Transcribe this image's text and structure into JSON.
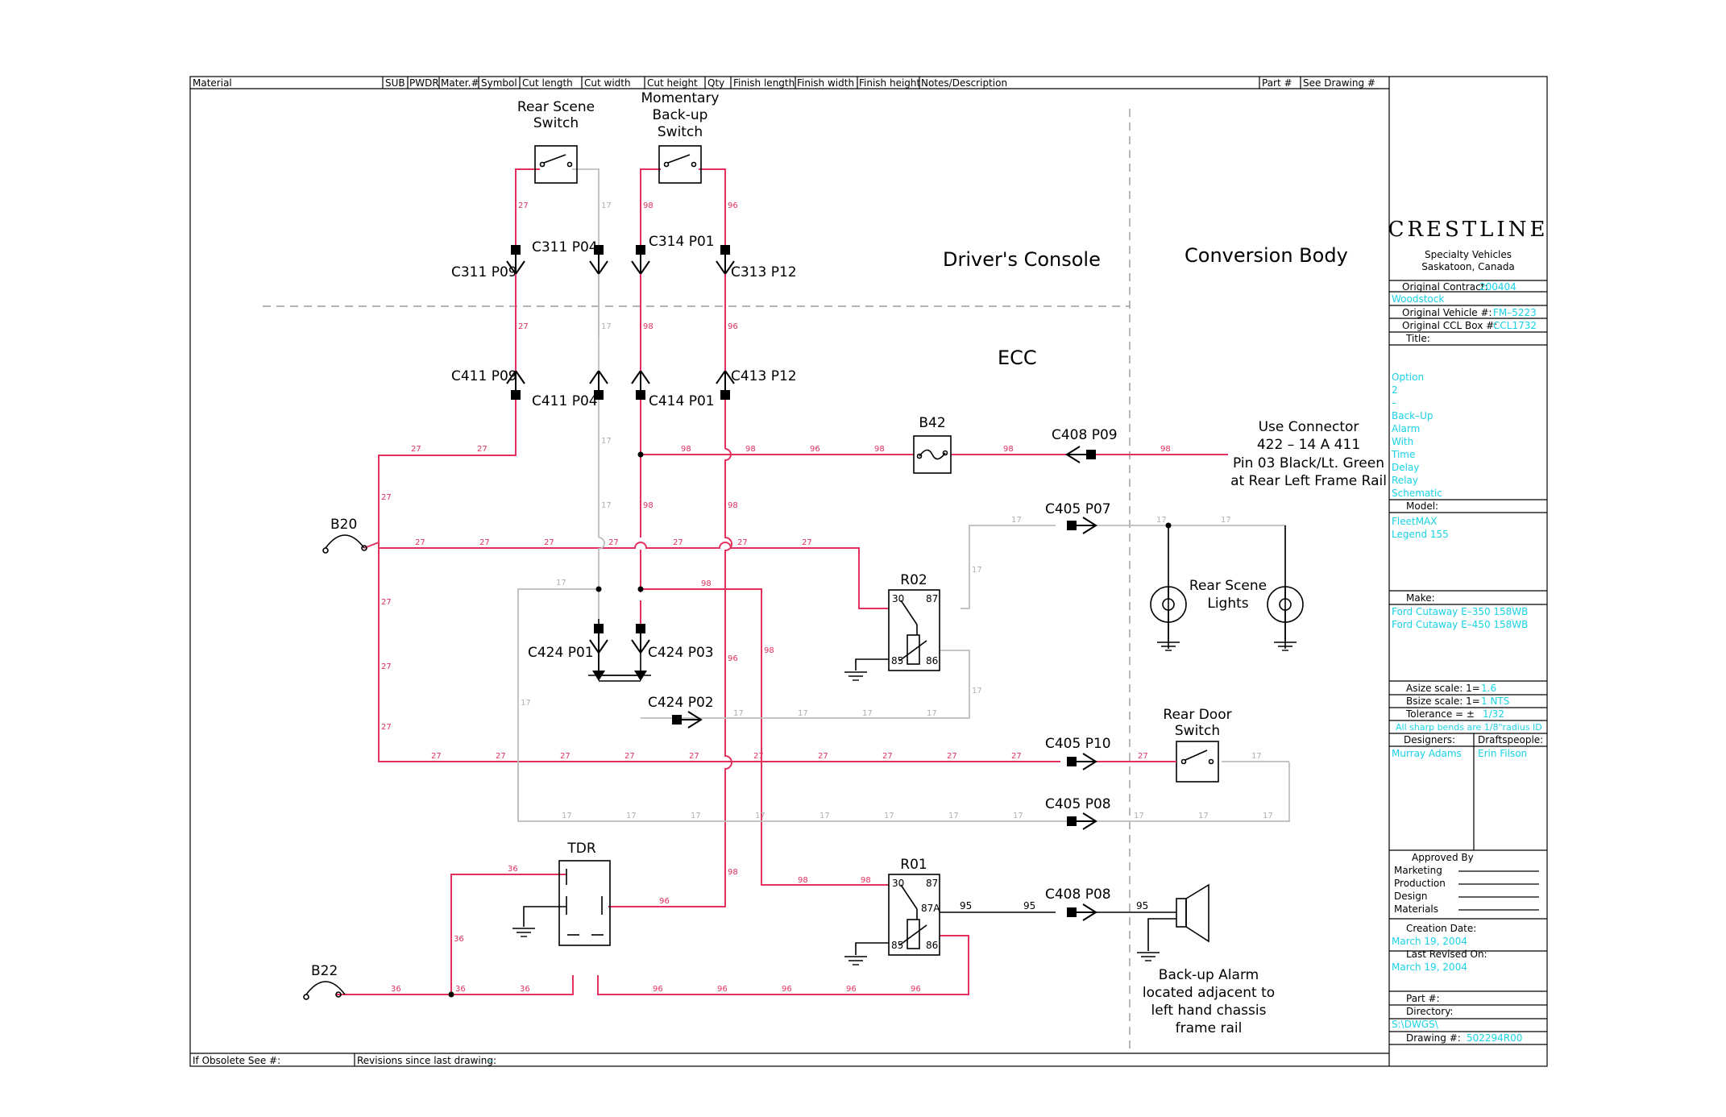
{
  "header_columns": [
    "Material",
    "SUB",
    "PWDR",
    "Mater.#",
    "Symbol",
    "Cut length",
    "Cut width",
    "Cut height",
    "Qty",
    "Finish length",
    "Finish width",
    "Finish height",
    "Notes/Description",
    "Part #",
    "See Drawing #"
  ],
  "footer": {
    "obsolete_label": "If Obsolete See #:",
    "revisions_label": "Revisions since last drawing:",
    "revisions_value": "–"
  },
  "zones": {
    "drivers_console": "Driver's Console",
    "conversion_body": "Conversion Body",
    "ecc": "ECC"
  },
  "switches": {
    "rear_scene": [
      "Rear Scene",
      "Switch"
    ],
    "momentary_backup": [
      "Momentary",
      "Back-up",
      "Switch"
    ],
    "rear_door": [
      "Rear Door",
      "Switch"
    ]
  },
  "connectors": {
    "c311_p09": "C311 P09",
    "c311_p04": "C311 P04",
    "c314_p01": "C314 P01",
    "c313_p12": "C313 P12",
    "c411_p09": "C411 P09",
    "c411_p04": "C411 P04",
    "c414_p01": "C414 P01",
    "c413_p12": "C413 P12",
    "c424_p01": "C424 P01",
    "c424_p03": "C424 P03",
    "c424_p02": "C424 P02",
    "c408_p09": "C408 P09",
    "c405_p07": "C405 P07",
    "c405_p10": "C405 P10",
    "c405_p08": "C405 P08",
    "c408_p08": "C408 P08"
  },
  "components": {
    "b42": "B42",
    "b20": "B20",
    "b22": "B22",
    "r02": "R02",
    "r01": "R01",
    "tdr": "TDR",
    "relay_pins": {
      "p30": "30",
      "p87": "87",
      "p85": "85",
      "p86": "86",
      "p87a": "87A"
    }
  },
  "notes": {
    "use_connector": [
      "Use Connector",
      "422 – 14 A 411",
      "Pin 03 Black/Lt. Green",
      "at Rear Left Frame Rail"
    ],
    "rear_scene_lights": [
      "Rear Scene",
      "Lights"
    ],
    "backup_alarm": [
      "Back-up Alarm",
      "located adjacent to",
      "left hand chassis",
      "frame rail"
    ]
  },
  "wire_labels": {
    "w27": "27",
    "w17": "17",
    "w98": "98",
    "w96": "96",
    "w95": "95",
    "w36": "36"
  },
  "title_block": {
    "company": "CRESTLINE",
    "company_sub": [
      "Specialty Vehicles",
      "Saskatoon, Canada"
    ],
    "original_contract_label": "Original Contract:",
    "original_contract_value": "200404",
    "woodstock": "Woodstock",
    "original_vehicle_label": "Original Vehicle #:",
    "original_vehicle_value": "FM–5223",
    "original_ccl_label": "Original CCL Box #:",
    "original_ccl_value": "CCL1732",
    "title_label": "Title:",
    "title_lines": [
      "Option",
      "2",
      "–",
      "Back–Up",
      "Alarm",
      "With",
      "Time",
      "Delay",
      "Relay",
      "Schematic"
    ],
    "model_label": "Model:",
    "model_lines": [
      "FleetMAX",
      "Legend 155"
    ],
    "make_label": "Make:",
    "make_lines": [
      "Ford Cutaway E–350 158WB",
      "Ford Cutaway E–450 158WB"
    ],
    "asize_label": "Asize scale: 1=",
    "asize_value": "1.6",
    "bsize_label": "Bsize scale: 1=",
    "bsize_value": "1  NTS",
    "tolerance_label": "Tolerance = ±",
    "tolerance_value": "1/32",
    "bends_note": "All sharp bends are 1/8\"radius ID",
    "designers_label": "Designers:",
    "designers_value": "Murray Adams",
    "draftspeople_label": "Draftspeople:",
    "draftspeople_value": "Erin Filson",
    "approved_label": "Approved By",
    "approvals": [
      "Marketing",
      "Production",
      "Design",
      "Materials"
    ],
    "creation_label": "Creation Date:",
    "creation_value": "March 19, 2004",
    "revised_label": "Last Revised On:",
    "revised_value": "March 19, 2004",
    "part_label": "Part #:",
    "directory_label": "Directory:",
    "directory_value": "S:\\DWGS\\",
    "drawing_label": "Drawing #:",
    "drawing_value": "502294R00"
  },
  "colors": {
    "wire_power": "#e3315e",
    "wire_ground": "#bdbdbd",
    "title_values": "#19d2e6"
  }
}
